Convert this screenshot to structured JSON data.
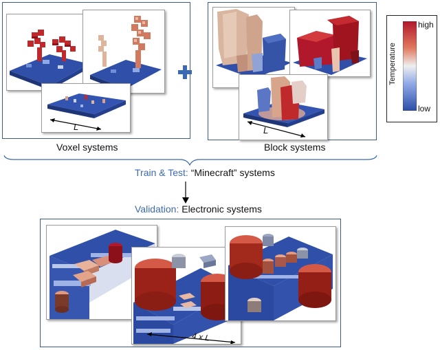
{
  "voxel_label": "Voxel systems",
  "block_label": "Block systems",
  "length_symbol": "L",
  "train_prefix": "Train & Test:",
  "train_text": " “Minecraft” systems",
  "validation_prefix": "Validation:",
  "validation_text": " Electronic systems",
  "scale_label": "4 x L",
  "colorbar": {
    "high": "high",
    "low": "low",
    "title": "Temperature"
  },
  "colors": {
    "frame": "#3a5a8c",
    "accent": "#3b6ab0",
    "hot": "#b2182b",
    "cold": "#2c4ea8"
  }
}
